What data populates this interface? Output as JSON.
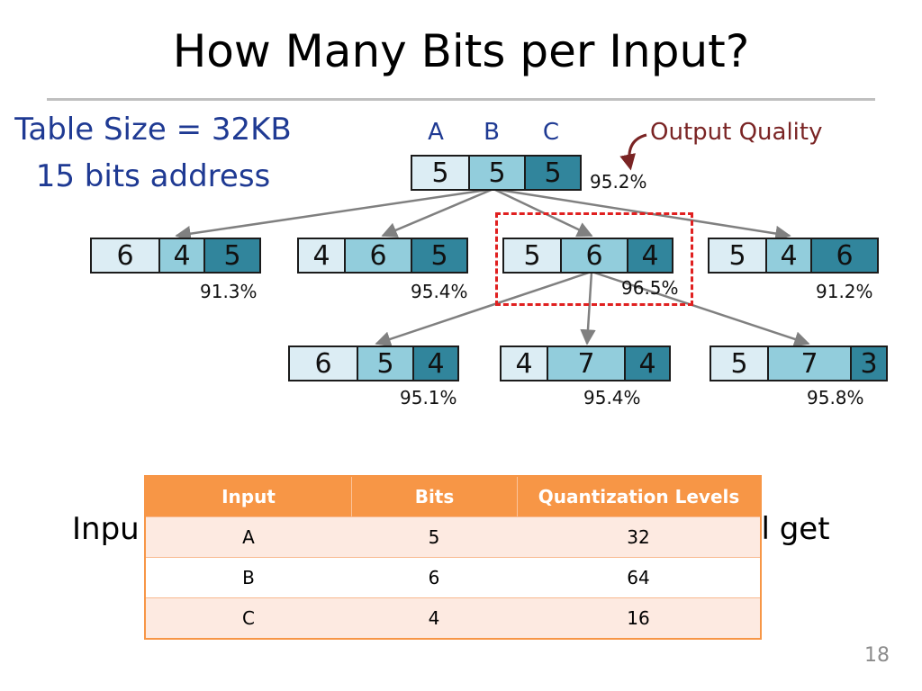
{
  "title": "How Many Bits per Input?",
  "info": {
    "line1": "Table Size = 32KB",
    "line2": "15 bits address"
  },
  "headers": {
    "a": "A",
    "b": "B",
    "c": "C"
  },
  "output_quality_label": "Output Quality",
  "tree": {
    "root": {
      "bits": [
        "5",
        "5",
        "5"
      ],
      "quality": "95.2%"
    },
    "level1": [
      {
        "bits": [
          "6",
          "4",
          "5"
        ],
        "quality": "91.3%"
      },
      {
        "bits": [
          "4",
          "6",
          "5"
        ],
        "quality": "95.4%"
      },
      {
        "bits": [
          "5",
          "6",
          "4"
        ],
        "quality": "96.5%",
        "selected": true
      },
      {
        "bits": [
          "5",
          "4",
          "6"
        ],
        "quality": "91.2%"
      }
    ],
    "level2": [
      {
        "bits": [
          "6",
          "5",
          "4"
        ],
        "quality": "95.1%"
      },
      {
        "bits": [
          "4",
          "7",
          "4"
        ],
        "quality": "95.4%"
      },
      {
        "bits": [
          "5",
          "7",
          "3"
        ],
        "quality": "95.8%"
      }
    ]
  },
  "background_text": {
    "left": "Inpu",
    "right": "ll get"
  },
  "table": {
    "headers": [
      "Input",
      "Bits",
      "Quantization Levels"
    ],
    "rows": [
      [
        "A",
        "5",
        "32"
      ],
      [
        "B",
        "6",
        "64"
      ],
      [
        "C",
        "4",
        "16"
      ]
    ]
  },
  "page_number": "18",
  "colors": {
    "light": "#dcedf4",
    "mid": "#92cddc",
    "dark": "#31859c",
    "accent": "#f79646",
    "title_blue": "#1f3a93"
  }
}
